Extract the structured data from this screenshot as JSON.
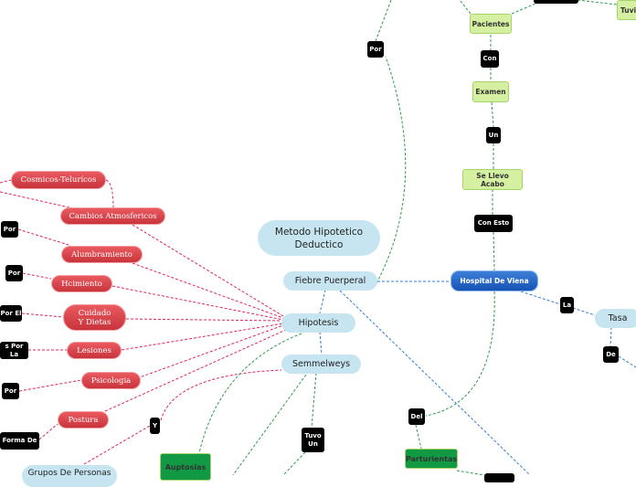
{
  "nodes": {
    "cosmicos": "Cosmicos-Telurícos",
    "cambios": "Cambios Atmosfericos",
    "por1": "Por",
    "alumbramiento": "Alumbramiento",
    "por2": "Por",
    "hcimiento": "Hcimiento",
    "por_el": "Por El",
    "cuidado": "Cuidado\nY Dietas",
    "s_por_la": "s Por La",
    "lesiones": "Lesiones",
    "psicologia": "Psicologia",
    "por3": "Por",
    "postura": "Postura",
    "forma_de": "Forma De",
    "y": "Y",
    "grupos": "Grupos De Personas",
    "auptosias": "Auptosias",
    "metodo": "Metodo Hipotetico\nDeductico",
    "fiebre": "Fiebre  Puerperal",
    "hipotesis": "Hipotesis",
    "semmelweys": "Semmelweys",
    "tuvo_un": "Tuvo\nUn",
    "hospital": "Hospital De Viena",
    "la": "La",
    "tasa": "Tasa",
    "de": "De",
    "del": "Del",
    "parturientas": "Parturientas",
    "por4": "Por",
    "pacientes": "Pacientes",
    "tuvi": "Tuvi",
    "con": "Con",
    "examen": "Examen",
    "un": "Un",
    "se_llevo": "Se Llevo Acabo",
    "con_esto": "Con Esto"
  },
  "colors": {
    "red_link": "#e0245e",
    "green_link": "#2a9d4a",
    "blue_link": "#2f7fd8"
  }
}
